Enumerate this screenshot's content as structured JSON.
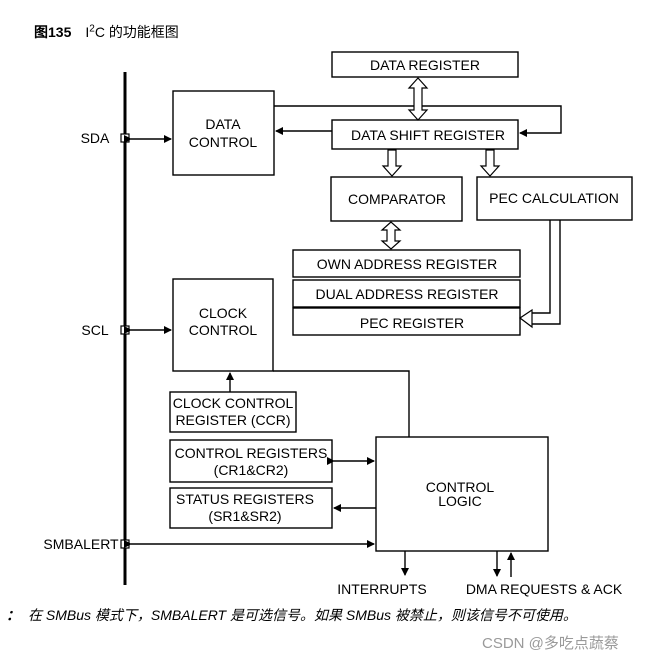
{
  "caption": {
    "figure_label": "图135",
    "title_prefix": "I",
    "title_sup": "2",
    "title_rest": "C 的功能框图"
  },
  "blocks": {
    "data_register": "DATA REGISTER",
    "data_control_1": "DATA",
    "data_control_2": "CONTROL",
    "data_shift_register": "DATA SHIFT REGISTER",
    "comparator": "COMPARATOR",
    "pec_calculation": "PEC CALCULATION",
    "own_address_register": "OWN ADDRESS REGISTER",
    "dual_address_register": "DUAL ADDRESS REGISTER",
    "pec_register": "PEC REGISTER",
    "clock_control_1": "CLOCK",
    "clock_control_2": "CONTROL",
    "ccr_1": "CLOCK CONTROL",
    "ccr_2": "REGISTER (CCR)",
    "control_registers_1": "CONTROL REGISTERS",
    "control_registers_2": "(CR1&CR2)",
    "status_registers_1": "STATUS REGISTERS",
    "status_registers_2": "(SR1&SR2)",
    "control_logic_1": "CONTROL",
    "control_logic_2": "LOGIC"
  },
  "pins": {
    "sda": "SDA",
    "scl": "SCL",
    "smbalert": "SMBALERT"
  },
  "outputs": {
    "interrupts": "INTERRUPTS",
    "dma": "DMA REQUESTS & ACK"
  },
  "note": {
    "mark": "：",
    "text": "在 SMBus 模式下，SMBALERT 是可选信号。如果 SMBus 被禁止，则该信号不可使用。"
  },
  "watermark": "CSDN @多吃点蔬蔡"
}
